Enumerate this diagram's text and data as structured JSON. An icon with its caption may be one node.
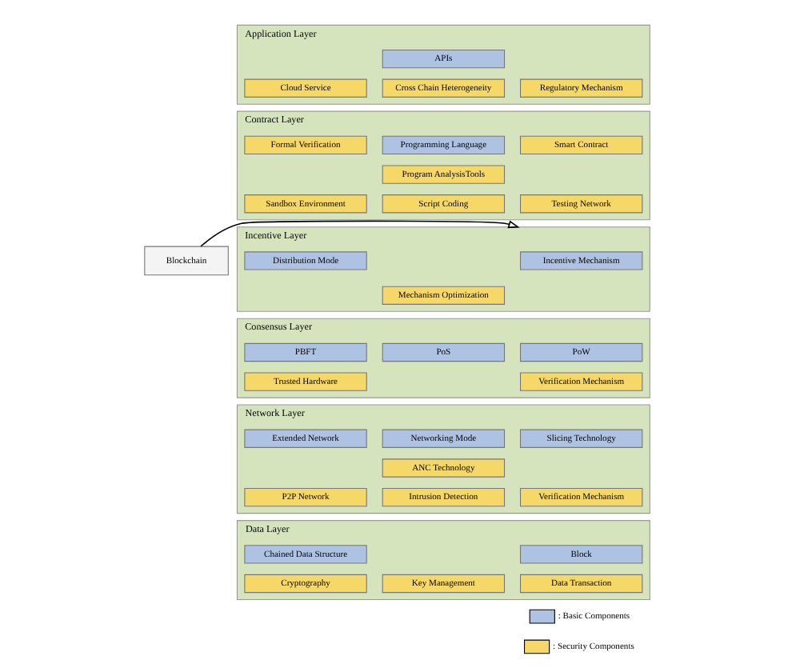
{
  "diagram": {
    "nodes": [
      {
        "text": [
          "Blockchain"
        ]
      },
      {
        "text": [
          "Application Layer"
        ]
      },
      {
        "text": [
          "APIs"
        ],
        "in": 1
      },
      {
        "text": [
          "Regulatory Mechanism"
        ],
        "in": 1
      },
      {
        "text": [
          "Cross Chain Heterogeneity"
        ],
        "in": 1
      },
      {
        "text": [
          "Cloud Service"
        ],
        "in": 1
      },
      {
        "text": [
          "Contract Layer"
        ]
      },
      {
        "text": [
          "Smart Contract"
        ],
        "in": 6
      },
      {
        "text": [
          "Programming Language"
        ],
        "in": 6
      },
      {
        "text": [
          "Formal Verification"
        ],
        "in": 6
      },
      {
        "text": [
          "Program AnalysisTools"
        ],
        "in": 6
      },
      {
        "text": [
          "Testing Network"
        ],
        "in": 6
      },
      {
        "text": [
          "Sandbox Environment"
        ],
        "in": 6
      },
      {
        "text": [
          "Script Coding"
        ],
        "in": 6
      },
      {
        "text": [
          "Incentive Layer"
        ]
      },
      {
        "text": [
          "Incentive Mechanism"
        ],
        "in": 14
      },
      {
        "text": [
          "Distribution Mode"
        ],
        "in": 14
      },
      {
        "text": [
          "Mechanism Optimization"
        ],
        "in": 14
      },
      {
        "text": [
          "Consensus Layer"
        ]
      },
      {
        "text": [
          "PoW"
        ],
        "in": 18
      },
      {
        "text": [
          "PoS"
        ],
        "in": 18
      },
      {
        "text": [
          "PBFT"
        ],
        "in": 18
      },
      {
        "text": [
          "Verification Mechanism"
        ],
        "in": 18
      },
      {
        "text": [
          "Trusted Hardware"
        ],
        "in": 18
      },
      {
        "text": [
          "Network Layer"
        ]
      },
      {
        "text": [
          "Slicing Technology"
        ],
        "in": 24
      },
      {
        "text": [
          "Networking Mode"
        ],
        "in": 24
      },
      {
        "text": [
          "Extended Network"
        ],
        "in": 24
      },
      {
        "text": [
          "ANC Technology"
        ],
        "in": 24
      },
      {
        "text": [
          "Verification Mechanism"
        ],
        "in": 24
      },
      {
        "text": [
          "P2P Network"
        ],
        "in": 24
      },
      {
        "text": [
          "Intrusion Detection"
        ],
        "in": 24
      },
      {
        "text": [
          "Data Layer"
        ]
      },
      {
        "text": [
          "Block"
        ],
        "in": 32
      },
      {
        "text": [
          "Chained Data Structure"
        ],
        "in": 32
      },
      {
        "text": [
          "Data Transaction"
        ],
        "in": 32
      },
      {
        "text": [
          "Key Management"
        ],
        "in": 32
      },
      {
        "text": [
          "Cryptography"
        ],
        "in": 32
      }
    ],
    "edges": [
      {
        "from": 0,
        "to": 14,
        "arrow": "to"
      }
    ],
    "legend": [
      {
        "text": ": Basic Components",
        "color": "#aec3e3"
      },
      {
        "text": ": Security Components",
        "color": "#f5d867"
      }
    ]
  }
}
